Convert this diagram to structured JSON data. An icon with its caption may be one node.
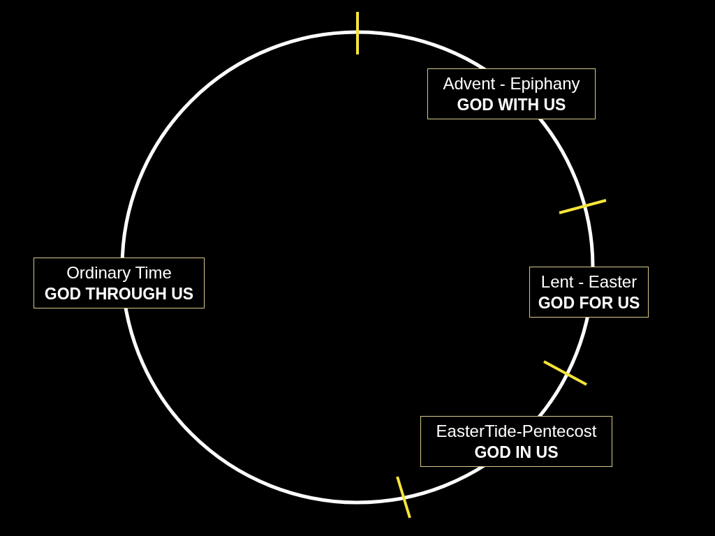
{
  "diagram": {
    "nodes": [
      {
        "text": [
          "Advent - Epiphany",
          "GOD WITH US"
        ]
      },
      {
        "text": [
          "Lent - Easter",
          "GOD FOR US"
        ]
      },
      {
        "text": [
          "EasterTide-Pentecost",
          "GOD IN US"
        ]
      },
      {
        "text": [
          "Ordinary Time",
          "GOD THROUGH US"
        ]
      }
    ],
    "edges": []
  }
}
